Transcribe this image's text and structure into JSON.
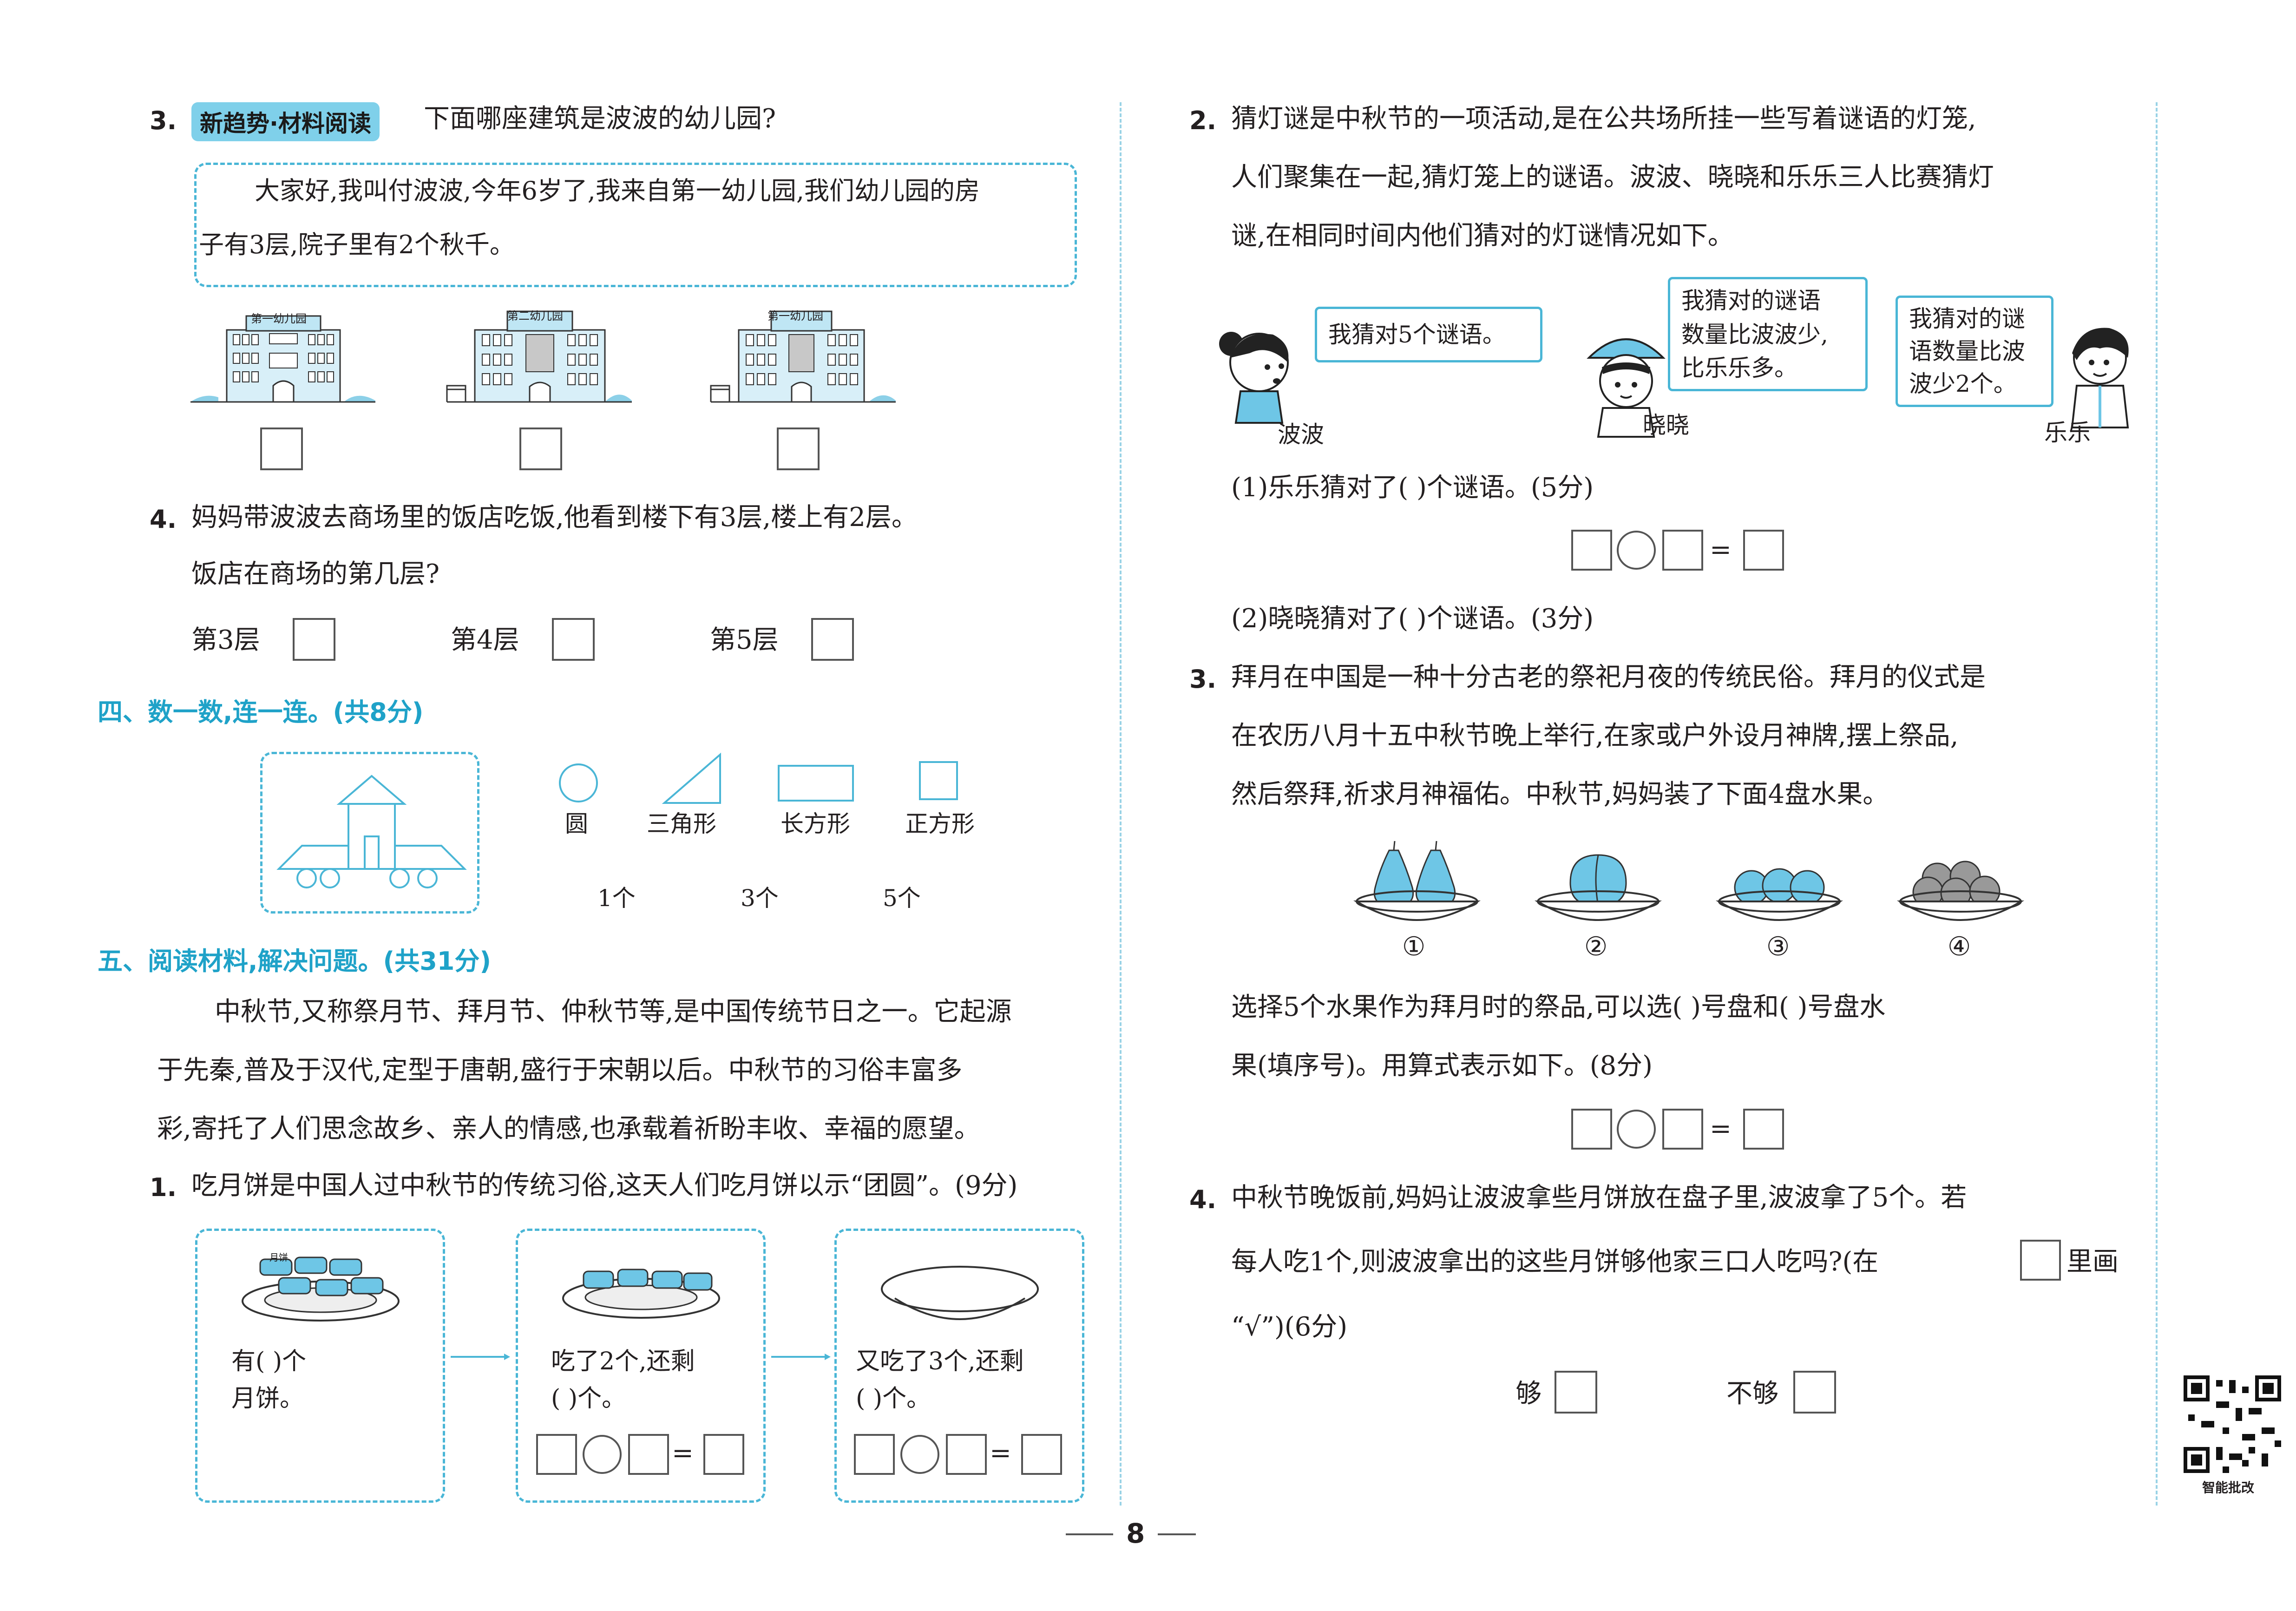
{
  "left": {
    "q3": {
      "num": "3.",
      "tag": "新趋势·材料阅读",
      "question": "下面哪座建筑是波波的幼儿园?",
      "passage_line1": "大家好,我叫付波波,今年6岁了,我来自第一幼儿园,我们幼儿园的房",
      "passage_line2": "子有3层,院子里有2个秋千。",
      "buildings": [
        "第一幼儿园",
        "第二幼儿园",
        "第一幼儿园"
      ]
    },
    "q4": {
      "num": "4.",
      "line1": "妈妈带波波去商场里的饭店吃饭,他看到楼下有3层,楼上有2层。",
      "line2": "饭店在商场的第几层?",
      "options": [
        "第3层",
        "第4层",
        "第5层"
      ]
    },
    "section4": {
      "title": "四、数一数,连一连。(共8分)",
      "shapes": [
        "圆",
        "三角形",
        "长方形",
        "正方形"
      ],
      "counts": [
        "1个",
        "3个",
        "5个"
      ]
    },
    "section5": {
      "title": "五、阅读材料,解决问题。(共31分)",
      "para_line1": "中秋节,又称祭月节、拜月节、仲秋节等,是中国传统节日之一。它起源",
      "para_line2": "于先秦,普及于汉代,定型于唐朝,盛行于宋朝以后。中秋节的习俗丰富多",
      "para_line3": "彩,寄托了人们思念故乡、亲人的情感,也承载着祈盼丰收、幸福的愿望。",
      "q1_num": "1.",
      "q1_text": "吃月饼是中国人过中秋节的传统习俗,这天人们吃月饼以示“团圆”。(9分)",
      "panel1_line1": "有(        )个",
      "panel1_line2": "月饼。",
      "panel2_line1": "吃了2个,还剩",
      "panel2_line2": "(        )个。",
      "panel3_line1": "又吃了3个,还剩",
      "panel3_line2": "(        )个。",
      "mooncake_label": "月饼",
      "equals": "="
    }
  },
  "right": {
    "q2": {
      "num": "2.",
      "line1": "猜灯谜是中秋节的一项活动,是在公共场所挂一些写着谜语的灯笼,",
      "line2": "人们聚集在一起,猜灯笼上的谜语。波波、晓晓和乐乐三人比赛猜灯",
      "line3": "谜,在相同时间内他们猜对的灯谜情况如下。",
      "bubble_bobo": "我猜对5个谜语。",
      "bubble_xiaoxiao_l1": "我猜对的谜语",
      "bubble_xiaoxiao_l2": "数量比波波少,",
      "bubble_xiaoxiao_l3": "比乐乐多。",
      "bubble_lele_l1": "我猜对的谜",
      "bubble_lele_l2": "语数量比波",
      "bubble_lele_l3": "波少2个。",
      "name_bobo": "波波",
      "name_xiaoxiao": "晓晓",
      "name_lele": "乐乐",
      "sub1": "(1)乐乐猜对了(        )个谜语。(5分)",
      "sub2": "(2)晓晓猜对了(        )个谜语。(3分)",
      "equals": "="
    },
    "q3": {
      "num": "3.",
      "line1": "拜月在中国是一种十分古老的祭祀月夜的传统民俗。拜月的仪式是",
      "line2": "在农历八月十五中秋节晚上举行,在家或户外设月神牌,摆上祭品,",
      "line3": "然后祭拜,祈求月神福佑。中秋节,妈妈装了下面4盘水果。",
      "plates": [
        "①",
        "②",
        "③",
        "④"
      ],
      "line4": "选择5个水果作为拜月时的祭品,可以选(        )号盘和(        )号盘水",
      "line5": "果(填序号)。用算式表示如下。(8分)",
      "equals": "="
    },
    "q4": {
      "num": "4.",
      "line1": "中秋节晚饭前,妈妈让波波拿些月饼放在盘子里,波波拿了5个。若",
      "line2a": "每人吃1个,则波波拿出的这些月饼够他家三口人吃吗?(在",
      "line2b": "里画",
      "line3": "“√”)(6分)",
      "opt1": "够",
      "opt2": "不够"
    },
    "qr_label": "智能批改"
  },
  "page_number": "8",
  "colors": {
    "accent": "#1fa2c8",
    "tag_bg": "#7fd0ea",
    "dash": "#4ab6d6",
    "fruit": "#6ec6e6"
  }
}
